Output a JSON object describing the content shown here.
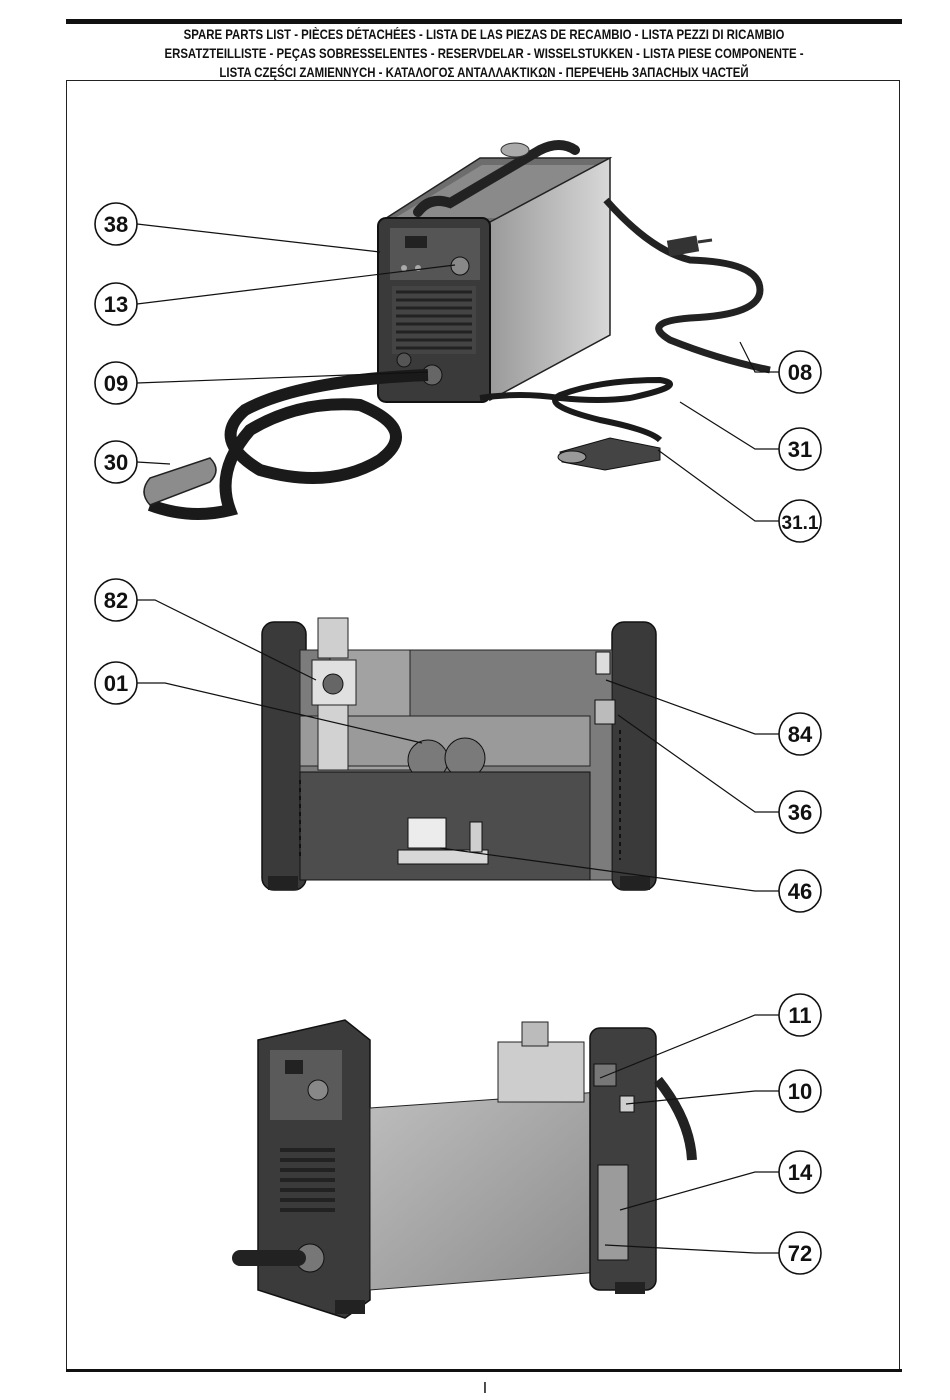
{
  "header": {
    "line1": "SPARE PARTS LIST - PIÈCES DÉTACHÉES - LISTA DE LAS PIEZAS DE RECAMBIO - LISTA PEZZI DI RICAMBIO",
    "line2": "ERSATZTEILLISTE - PEÇAS SOBRESSELENTES - RESERVDELAR - WISSELSTUKKEN - LISTA PIESE COMPONENTE -",
    "line3": "LISTA CZĘŚCI ZAMIENNYCH - ΚΑΤΑΛΟΓΟΣ ΑΝΤΑΛΛΑΚΤΙΚΩΝ - ПЕРЕЧЕНЬ ЗАПАСНЫХ ЧАСТЕЙ"
  },
  "callouts": {
    "c38": "38",
    "c13": "13",
    "c09": "09",
    "c30": "30",
    "c08": "08",
    "c31": "31",
    "c311": "31.1",
    "c82": "82",
    "c01": "01",
    "c84": "84",
    "c36": "36",
    "c46": "46",
    "c11": "11",
    "c10": "10",
    "c14": "14",
    "c72": "72"
  },
  "footer": {
    "page_number": "I"
  }
}
